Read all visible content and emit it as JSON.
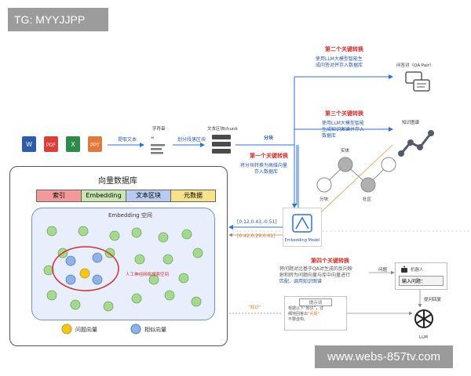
{
  "watermarks": {
    "top_left": "TG: MYYJJPP",
    "bottom_right": "www.webs-857tv.com"
  },
  "pipeline": {
    "step_extract": "提取文本",
    "step_string": "字符串",
    "step_split": "划分段落区块",
    "step_chunk": "文本区块chunk",
    "step_block": "分块"
  },
  "conv2": {
    "title": "第二个关键转换",
    "desc1": "使用LLM大模型智能生",
    "desc2": "成问答对并存入数据库"
  },
  "conv3": {
    "title": "第三个关键转换",
    "desc1": "使用LLM大模型智能",
    "desc2": "生成知识图谱并存入",
    "desc3": "数据库"
  },
  "conv1": {
    "title": "第一个关键转换",
    "desc1": "将分块转换为高维向量",
    "desc2": "存入数据库"
  },
  "conv4": {
    "title": "第四个关键转换",
    "desc1": "将问题对比基于QA对生成的反向映",
    "desc2": "射和转为问题向量与库中向量进行",
    "desc3": "匹配、调用知识图谱"
  },
  "qa": {
    "label": "问答对（QA Pair）"
  },
  "kg": {
    "label": "知识图谱",
    "entity": "实体",
    "block": "分块",
    "community": "社区"
  },
  "embedding_model": {
    "label": "Embedding Model",
    "vec1": "[0.12,0.43,-0.51]",
    "vec2": "[0.42,0.29,0.61]"
  },
  "vector_db": {
    "title": "向量数据库",
    "cols": [
      "索引",
      "Embedding",
      "文本区块",
      "元数据"
    ],
    "space_label": "Embedding 空间",
    "annotation": "人工神经网络搜索空间",
    "legend_query": "问题向量",
    "legend_similar": "相似向量"
  },
  "prompt": {
    "title": "提示词",
    "text1": "根据以下“知识”，详",
    "text2": "细地回答出",
    "text3": "“问题”",
    "text4": "不要虚构。",
    "knowledge": "“知识”"
  },
  "user": {
    "label": "机器人",
    "input_label": "输入问题：",
    "question_tag": "问题",
    "flow_label": "提问回复"
  },
  "llm": {
    "label": "LLM"
  },
  "colors": {
    "blue": "#2f6fd6",
    "red": "#d52b2b",
    "green": "#9fd18b",
    "orange": "#e6a817",
    "slate": "#545a66"
  }
}
